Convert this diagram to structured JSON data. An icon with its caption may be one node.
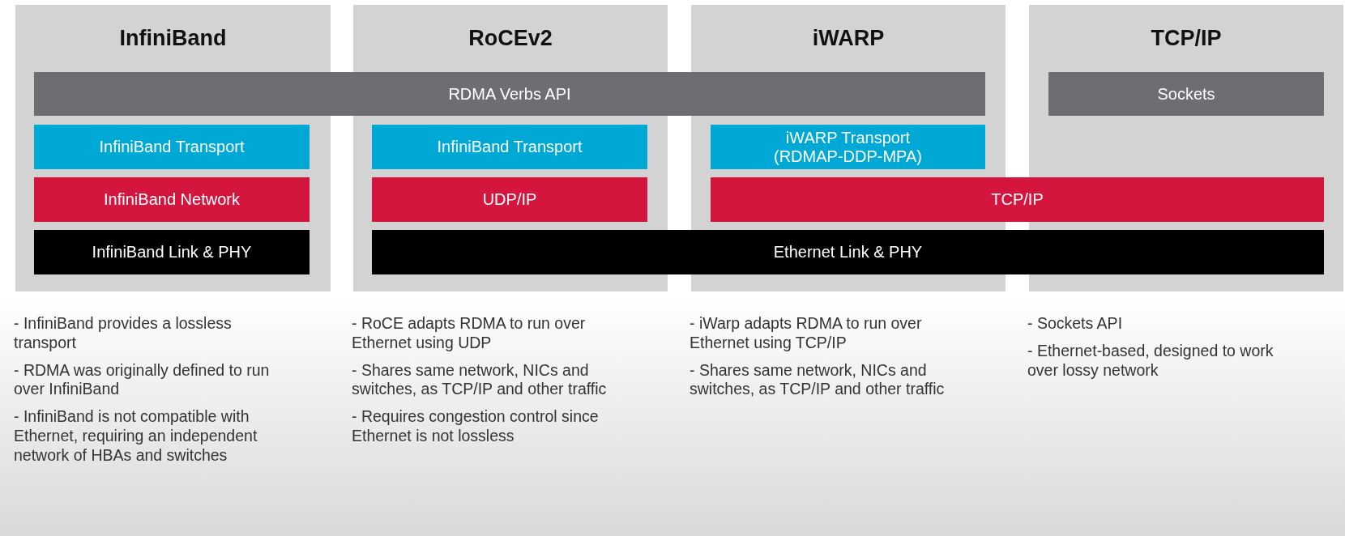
{
  "diagram": {
    "nodes": [
      {
        "text": [
          "InfiniBand"
        ],
        "beside": [
          "- InfiniBand provides a lossless transport",
          "- RDMA was originally defined to run over InfiniBand",
          "- InfiniBand is not compatible with Ethernet, requiring an independent network of HBAs and switches"
        ]
      },
      {
        "text": [
          "RoCEv2"
        ],
        "beside": [
          "- RoCE adapts RDMA to run over Ethernet using UDP",
          "- Shares same network, NICs and switches, as TCP/IP and other traffic",
          "- Requires congestion control since Ethernet is not lossless"
        ]
      },
      {
        "text": [
          "iWARP"
        ],
        "beside": [
          "- iWarp adapts RDMA to run over Ethernet using TCP/IP",
          "- Shares same network, NICs and switches, as TCP/IP and other traffic"
        ]
      },
      {
        "text": [
          "TCP/IP"
        ],
        "beside": [
          "- Sockets API",
          "- Ethernet-based, designed to work over lossy network"
        ]
      },
      {
        "text": [
          "RDMA Verbs API"
        ]
      },
      {
        "text": [
          "Sockets"
        ],
        "in": 3
      },
      {
        "text": [
          "InfiniBand Transport"
        ],
        "in": 0
      },
      {
        "text": [
          "InfiniBand Transport"
        ],
        "in": 1
      },
      {
        "text": [
          "iWARP Transport (RDMAP-DDP-MPA)"
        ],
        "in": 2
      },
      {
        "text": [
          "InfiniBand Network"
        ],
        "in": 0
      },
      {
        "text": [
          "UDP/IP"
        ],
        "in": 1
      },
      {
        "text": [
          "TCP/IP"
        ]
      },
      {
        "text": [
          "InfiniBand Link & PHY"
        ],
        "in": 0
      },
      {
        "text": [
          "Ethernet Link & PHY"
        ]
      }
    ]
  }
}
